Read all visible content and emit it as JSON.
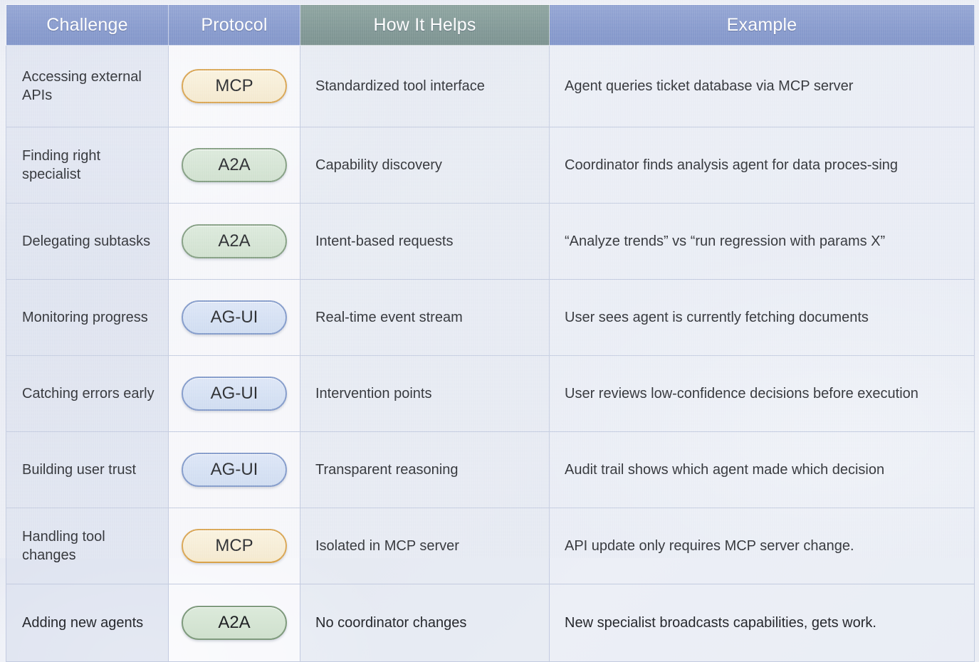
{
  "table": {
    "headers": [
      {
        "label": "Challenge",
        "key": "challenge"
      },
      {
        "label": "Protocol",
        "key": "protocol"
      },
      {
        "label": "How It Helps",
        "key": "how_it_helps"
      },
      {
        "label": "Example",
        "key": "example"
      }
    ],
    "header_colors": {
      "challenge": "#8296cb",
      "protocol": "#8296cb",
      "how_it_helps": "#7c9491",
      "example": "#8296cb"
    },
    "badge_colors": {
      "MCP": {
        "fill": "#f7eed5",
        "border": "#d9a24a"
      },
      "A2A": {
        "fill": "#d5e4d3",
        "border": "#7f9b7d"
      },
      "AG-UI": {
        "fill": "#d5e0f4",
        "border": "#7e97c9"
      }
    },
    "rows": [
      {
        "challenge": "Accessing external APIs",
        "protocol": "MCP",
        "how_it_helps": "Standardized tool interface",
        "example": "Agent queries ticket database via MCP server"
      },
      {
        "challenge": "Finding right specialist",
        "protocol": "A2A",
        "how_it_helps": "Capability discovery",
        "example": "Coordinator finds analysis agent for data proces-sing"
      },
      {
        "challenge": "Delegating subtasks",
        "protocol": "A2A",
        "how_it_helps": "Intent-based requests",
        "example": "“Analyze trends” vs “run regression with params X”"
      },
      {
        "challenge": "Monitoring progress",
        "protocol": "AG-UI",
        "how_it_helps": "Real-time event stream",
        "example": "User sees agent is currently fetching documents"
      },
      {
        "challenge": "Catching errors early",
        "protocol": "AG-UI",
        "how_it_helps": "Intervention points",
        "example": "User reviews low-confidence decisions before execution"
      },
      {
        "challenge": "Building user trust",
        "protocol": "AG-UI",
        "how_it_helps": "Transparent reasoning",
        "example": "Audit trail shows which agent made which decision"
      },
      {
        "challenge": "Handling tool changes",
        "protocol": "MCP",
        "how_it_helps": "Isolated in MCP server",
        "example": "API update only requires MCP server change."
      },
      {
        "challenge": "Adding new agents",
        "protocol": "A2A",
        "how_it_helps": "No coordinator changes",
        "example": "New specialist broadcasts capabilities, gets work."
      }
    ]
  }
}
